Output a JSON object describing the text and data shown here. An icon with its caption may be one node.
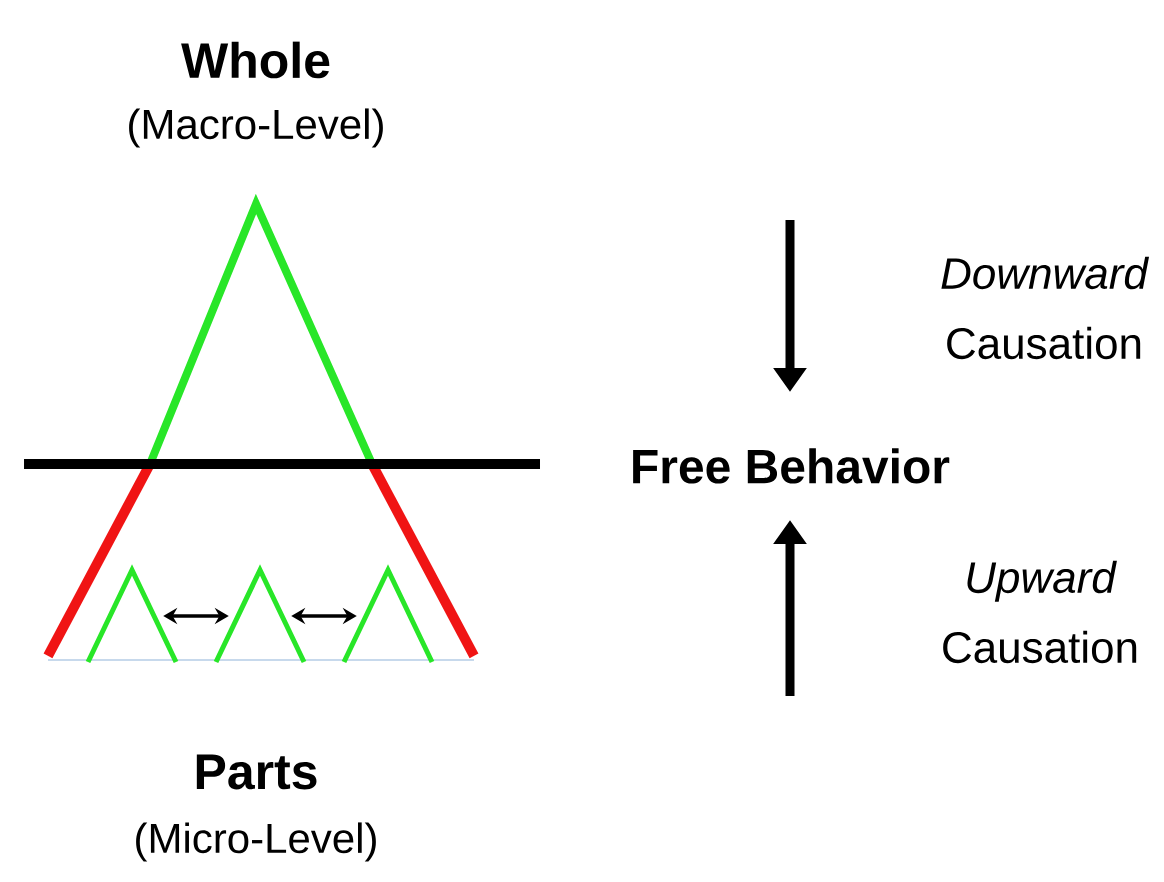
{
  "diagram": {
    "nodes": [
      {
        "text": [],
        "shape": "triangle"
      },
      {
        "text": [],
        "shape": "triangle"
      },
      {
        "text": [],
        "shape": "triangle"
      }
    ],
    "edges": [
      {
        "from": 0,
        "to": 1,
        "arrow": "both"
      },
      {
        "from": 1,
        "to": 2,
        "arrow": "both"
      }
    ],
    "labels": [
      "Whole",
      "(Macro-Level)",
      "*Downward* Causation",
      "Free Behavior",
      "*Upward* Causation",
      "Parts",
      "(Micro-Level)"
    ]
  }
}
